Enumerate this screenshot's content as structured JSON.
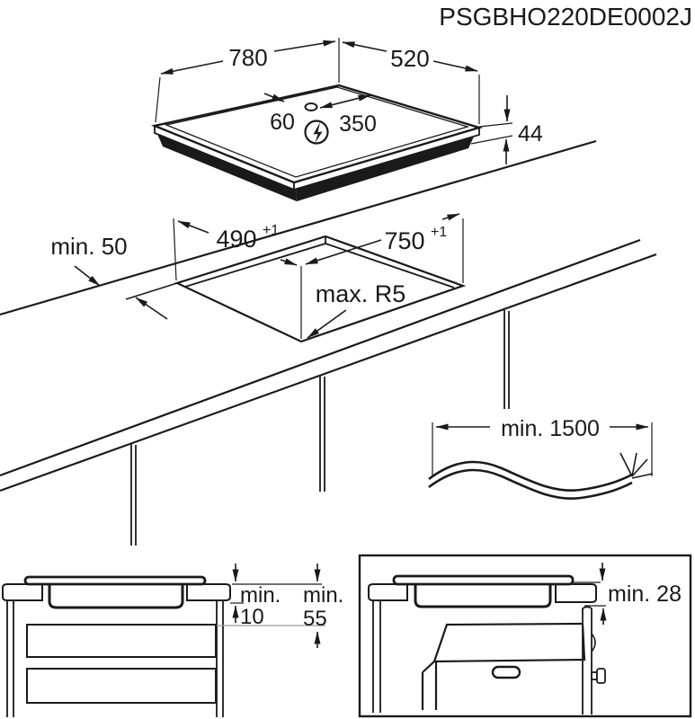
{
  "title": "PSGBHO220DE0002J",
  "colors": {
    "line": "#1a1a1a",
    "gray": "#9a9a9a",
    "background": "#ffffff"
  },
  "icons": {
    "power_connection": "lightning-bolt-in-circle",
    "mains_cable": "wavy-cable-with-frayed-end"
  },
  "top_view": {
    "width": "780",
    "depth": "520",
    "connection_offset_left": "60",
    "connection_offset_right": "350",
    "height": "44"
  },
  "cutout_view": {
    "back_clearance": "min. 50",
    "depth": "490",
    "depth_tolerance": "+1",
    "width": "750",
    "width_tolerance": "+1",
    "corner_radius": "max. R5"
  },
  "cable": {
    "length": "min. 1500"
  },
  "drawer_clearance_view": {
    "min_label_1": "min.",
    "value_1": "10",
    "min_label_2": "min.",
    "value_2": "55"
  },
  "oven_clearance_view": {
    "clearance": "min. 28"
  }
}
